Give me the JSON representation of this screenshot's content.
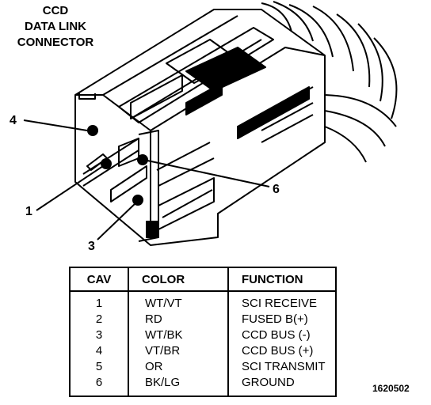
{
  "title_lines": [
    "CCD",
    "DATA LINK",
    "CONNECTOR"
  ],
  "pin_labels": {
    "p4": "4",
    "p1": "1",
    "p3": "3",
    "p6": "6"
  },
  "table": {
    "headers": [
      "CAV",
      "COLOR",
      "FUNCTION"
    ],
    "rows": [
      {
        "cav": "1",
        "color": "WT/VT",
        "function": "SCI RECEIVE"
      },
      {
        "cav": "2",
        "color": "RD",
        "function": "FUSED B(+)"
      },
      {
        "cav": "3",
        "color": "WT/BK",
        "function": "CCD BUS (-)"
      },
      {
        "cav": "4",
        "color": "VT/BR",
        "function": "CCD BUS (+)"
      },
      {
        "cav": "5",
        "color": "OR",
        "function": "SCI TRANSMIT"
      },
      {
        "cav": "6",
        "color": "BK/LG",
        "function": "GROUND"
      }
    ]
  },
  "figure_id": "1620502"
}
